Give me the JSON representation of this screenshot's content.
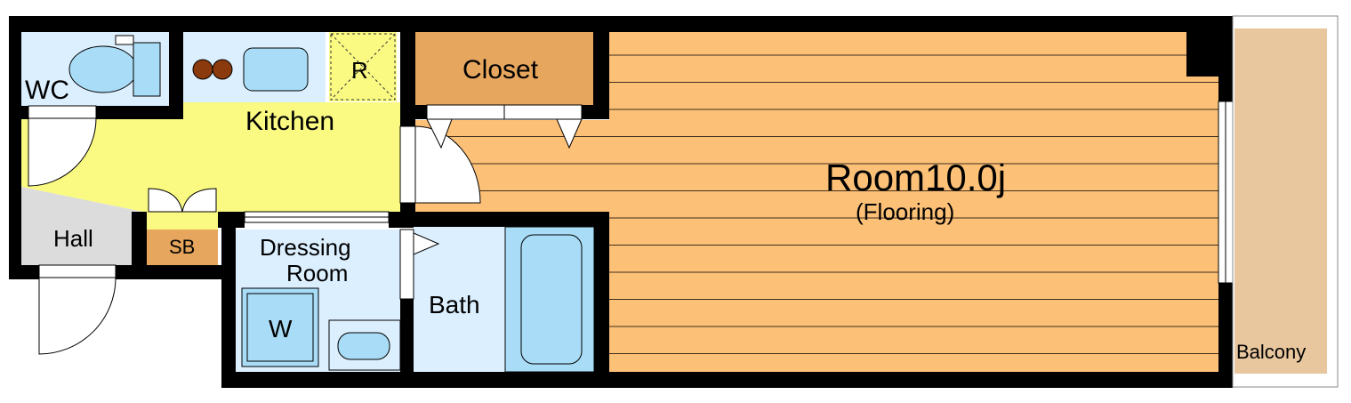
{
  "rooms": {
    "wc": "WC",
    "kitchen": "Kitchen",
    "refrigerator": "R",
    "closet": "Closet",
    "main_room": "Room10.0j",
    "main_room_floor": "(Flooring)",
    "hall": "Hall",
    "shoe_box": "SB",
    "dressing_room_line1": "Dressing",
    "dressing_room_line2": "Room",
    "washer": "W",
    "bath": "Bath",
    "balcony": "Balcony"
  },
  "colors": {
    "wall": "#000000",
    "wet_area": "#dcefff",
    "fixture": "#a9dcf6",
    "kitchen_floor": "#fafa83",
    "wood_floor": "#fdc077",
    "closet": "#e6a65e",
    "hall_floor": "#dcdcdc",
    "balcony": "#e8c79e",
    "stove": "#8a3a0c"
  }
}
